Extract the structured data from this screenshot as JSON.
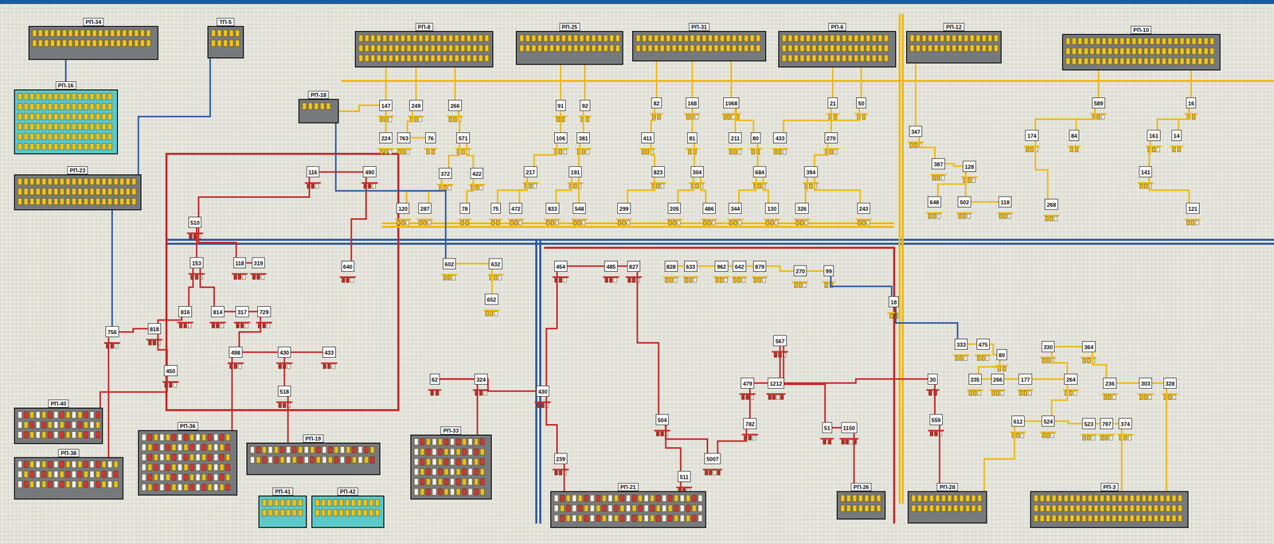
{
  "diagram": {
    "nodes": [
      {
        "text": [
          "РП-34"
        ]
      },
      {
        "text": [
          "ТП-5"
        ]
      },
      {
        "text": [
          "РП-16"
        ]
      },
      {
        "text": [
          "РП-23"
        ]
      },
      {
        "text": [
          "РП-8"
        ]
      },
      {
        "text": [
          "РП-25"
        ]
      },
      {
        "text": [
          "РП-31"
        ]
      },
      {
        "text": [
          "РП-6"
        ]
      },
      {
        "text": [
          "РП-12"
        ]
      },
      {
        "text": [
          "РП-10"
        ]
      },
      {
        "text": [
          "РП-18"
        ]
      },
      {
        "text": [
          "РП-40"
        ]
      },
      {
        "text": [
          "РП-38"
        ]
      },
      {
        "text": [
          "РП-36"
        ]
      },
      {
        "text": [
          "РП-19"
        ]
      },
      {
        "text": [
          "РП-33"
        ]
      },
      {
        "text": [
          "РП-41"
        ]
      },
      {
        "text": [
          "РП-42"
        ]
      },
      {
        "text": [
          "РП-21"
        ]
      },
      {
        "text": [
          "РП-26"
        ]
      },
      {
        "text": [
          "РП-28"
        ]
      },
      {
        "text": [
          "РП-3"
        ]
      },
      {
        "text": [
          "147"
        ]
      },
      {
        "text": [
          "249"
        ]
      },
      {
        "text": [
          "266"
        ]
      },
      {
        "text": [
          "91"
        ]
      },
      {
        "text": [
          "92"
        ]
      },
      {
        "text": [
          "82"
        ]
      },
      {
        "text": [
          "168"
        ]
      },
      {
        "text": [
          "1068"
        ]
      },
      {
        "text": [
          "21"
        ]
      },
      {
        "text": [
          "50"
        ]
      },
      {
        "text": [
          "224"
        ]
      },
      {
        "text": [
          "763"
        ]
      },
      {
        "text": [
          "76"
        ]
      },
      {
        "text": [
          "571"
        ]
      },
      {
        "text": [
          "106"
        ]
      },
      {
        "text": [
          "381"
        ]
      },
      {
        "text": [
          "411"
        ]
      },
      {
        "text": [
          "81"
        ]
      },
      {
        "text": [
          "211"
        ]
      },
      {
        "text": [
          "80"
        ]
      },
      {
        "text": [
          "433"
        ]
      },
      {
        "text": [
          "270"
        ]
      },
      {
        "text": [
          "372"
        ]
      },
      {
        "text": [
          "422"
        ]
      },
      {
        "text": [
          "217"
        ]
      },
      {
        "text": [
          "191"
        ]
      },
      {
        "text": [
          "823"
        ]
      },
      {
        "text": [
          "304"
        ]
      },
      {
        "text": [
          "684"
        ]
      },
      {
        "text": [
          "394"
        ]
      },
      {
        "text": [
          "120"
        ]
      },
      {
        "text": [
          "287"
        ]
      },
      {
        "text": [
          "78"
        ]
      },
      {
        "text": [
          "75"
        ]
      },
      {
        "text": [
          "472"
        ]
      },
      {
        "text": [
          "833"
        ]
      },
      {
        "text": [
          "548"
        ]
      },
      {
        "text": [
          "299"
        ]
      },
      {
        "text": [
          "205"
        ]
      },
      {
        "text": [
          "486"
        ]
      },
      {
        "text": [
          "344"
        ]
      },
      {
        "text": [
          "130"
        ]
      },
      {
        "text": [
          "326"
        ]
      },
      {
        "text": [
          "243"
        ]
      },
      {
        "text": [
          "347"
        ]
      },
      {
        "text": [
          "387"
        ]
      },
      {
        "text": [
          "128"
        ]
      },
      {
        "text": [
          "648"
        ]
      },
      {
        "text": [
          "502"
        ]
      },
      {
        "text": [
          "118"
        ]
      },
      {
        "text": [
          "174"
        ]
      },
      {
        "text": [
          "84"
        ]
      },
      {
        "text": [
          "161"
        ]
      },
      {
        "text": [
          "14"
        ]
      },
      {
        "text": [
          "589"
        ]
      },
      {
        "text": [
          "16"
        ]
      },
      {
        "text": [
          "268"
        ]
      },
      {
        "text": [
          "121"
        ]
      },
      {
        "text": [
          "141"
        ]
      },
      {
        "text": [
          "510"
        ]
      },
      {
        "text": [
          "153"
        ]
      },
      {
        "text": [
          "118"
        ]
      },
      {
        "text": [
          "319"
        ]
      },
      {
        "text": [
          "640"
        ]
      },
      {
        "text": [
          "816"
        ]
      },
      {
        "text": [
          "814"
        ]
      },
      {
        "text": [
          "317"
        ]
      },
      {
        "text": [
          "729"
        ]
      },
      {
        "text": [
          "116"
        ]
      },
      {
        "text": [
          "490"
        ]
      },
      {
        "text": [
          "450"
        ]
      },
      {
        "text": [
          "756"
        ]
      },
      {
        "text": [
          "818"
        ]
      },
      {
        "text": [
          "498"
        ]
      },
      {
        "text": [
          "430"
        ]
      },
      {
        "text": [
          "433"
        ]
      },
      {
        "text": [
          "518"
        ]
      },
      {
        "text": [
          "454"
        ]
      },
      {
        "text": [
          "485"
        ]
      },
      {
        "text": [
          "827"
        ]
      },
      {
        "text": [
          "430"
        ]
      },
      {
        "text": [
          "504"
        ]
      },
      {
        "text": [
          "782"
        ]
      },
      {
        "text": [
          "479"
        ]
      },
      {
        "text": [
          "1212"
        ]
      },
      {
        "text": [
          "567"
        ]
      },
      {
        "text": [
          "51"
        ]
      },
      {
        "text": [
          "1150"
        ]
      },
      {
        "text": [
          "30"
        ]
      },
      {
        "text": [
          "559"
        ]
      },
      {
        "text": [
          "62"
        ]
      },
      {
        "text": [
          "324"
        ]
      },
      {
        "text": [
          "239"
        ]
      },
      {
        "text": [
          "511"
        ]
      },
      {
        "text": [
          "5007"
        ]
      },
      {
        "text": [
          "828"
        ]
      },
      {
        "text": [
          "633"
        ]
      },
      {
        "text": [
          "962"
        ]
      },
      {
        "text": [
          "642"
        ]
      },
      {
        "text": [
          "879"
        ]
      },
      {
        "text": [
          "270"
        ]
      },
      {
        "text": [
          "99"
        ]
      },
      {
        "text": [
          "602"
        ]
      },
      {
        "text": [
          "632"
        ]
      },
      {
        "text": [
          "652"
        ]
      },
      {
        "text": [
          "333"
        ]
      },
      {
        "text": [
          "475"
        ]
      },
      {
        "text": [
          "330"
        ]
      },
      {
        "text": [
          "364"
        ]
      },
      {
        "text": [
          "335"
        ]
      },
      {
        "text": [
          "266"
        ]
      },
      {
        "text": [
          "177"
        ]
      },
      {
        "text": [
          "264"
        ]
      },
      {
        "text": [
          "236"
        ]
      },
      {
        "text": [
          "303"
        ]
      },
      {
        "text": [
          "328"
        ]
      },
      {
        "text": [
          "374"
        ]
      },
      {
        "text": [
          "523"
        ]
      },
      {
        "text": [
          "524"
        ]
      },
      {
        "text": [
          "612"
        ]
      },
      {
        "text": [
          "797"
        ]
      },
      {
        "text": [
          "80"
        ]
      },
      {
        "text": [
          "18"
        ]
      }
    ],
    "edges": [
      {
        "from": 0,
        "to": 2,
        "arrow": "none"
      },
      {
        "from": 1,
        "to": 3,
        "arrow": "none"
      },
      {
        "from": 4,
        "to": 22,
        "arrow": "none"
      },
      {
        "from": 4,
        "to": 23,
        "arrow": "none"
      },
      {
        "from": 4,
        "to": 24,
        "arrow": "none"
      },
      {
        "from": 5,
        "to": 25,
        "arrow": "none"
      },
      {
        "from": 5,
        "to": 26,
        "arrow": "none"
      },
      {
        "from": 6,
        "to": 27,
        "arrow": "none"
      },
      {
        "from": 6,
        "to": 28,
        "arrow": "none"
      },
      {
        "from": 6,
        "to": 29,
        "arrow": "none"
      },
      {
        "from": 7,
        "to": 30,
        "arrow": "none"
      },
      {
        "from": 7,
        "to": 31,
        "arrow": "none"
      },
      {
        "from": 22,
        "to": 32,
        "arrow": "none"
      },
      {
        "from": 23,
        "to": 33,
        "arrow": "none"
      },
      {
        "from": 24,
        "to": 35,
        "arrow": "none"
      },
      {
        "from": 25,
        "to": 36,
        "arrow": "none"
      },
      {
        "from": 26,
        "to": 37,
        "arrow": "none"
      },
      {
        "from": 27,
        "to": 38,
        "arrow": "none"
      },
      {
        "from": 28,
        "to": 39,
        "arrow": "none"
      },
      {
        "from": 29,
        "to": 40,
        "arrow": "none"
      },
      {
        "from": 29,
        "to": 41,
        "arrow": "none"
      },
      {
        "from": 30,
        "to": 43,
        "arrow": "none"
      },
      {
        "from": 31,
        "to": 42,
        "arrow": "none"
      },
      {
        "from": 33,
        "to": 34,
        "arrow": "none"
      },
      {
        "from": 35,
        "to": 44,
        "arrow": "none"
      },
      {
        "from": 35,
        "to": 45,
        "arrow": "none"
      },
      {
        "from": 36,
        "to": 46,
        "arrow": "none"
      },
      {
        "from": 37,
        "to": 47,
        "arrow": "none"
      },
      {
        "from": 38,
        "to": 48,
        "arrow": "none"
      },
      {
        "from": 39,
        "to": 49,
        "arrow": "none"
      },
      {
        "from": 41,
        "to": 50,
        "arrow": "none"
      },
      {
        "from": 43,
        "to": 51,
        "arrow": "none"
      },
      {
        "from": 44,
        "to": 52,
        "arrow": "none"
      },
      {
        "from": 44,
        "to": 53,
        "arrow": "none"
      },
      {
        "from": 45,
        "to": 54,
        "arrow": "none"
      },
      {
        "from": 46,
        "to": 55,
        "arrow": "none"
      },
      {
        "from": 46,
        "to": 56,
        "arrow": "none"
      },
      {
        "from": 47,
        "to": 57,
        "arrow": "none"
      },
      {
        "from": 47,
        "to": 58,
        "arrow": "none"
      },
      {
        "from": 48,
        "to": 59,
        "arrow": "none"
      },
      {
        "from": 49,
        "to": 60,
        "arrow": "none"
      },
      {
        "from": 49,
        "to": 61,
        "arrow": "none"
      },
      {
        "from": 50,
        "to": 62,
        "arrow": "none"
      },
      {
        "from": 50,
        "to": 63,
        "arrow": "none"
      },
      {
        "from": 51,
        "to": 64,
        "arrow": "none"
      },
      {
        "from": 51,
        "to": 65,
        "arrow": "none"
      },
      {
        "from": 10,
        "to": 22,
        "arrow": "none"
      },
      {
        "from": 8,
        "to": 66,
        "arrow": "none"
      },
      {
        "from": 66,
        "to": 67,
        "arrow": "none"
      },
      {
        "from": 67,
        "to": 68,
        "arrow": "none"
      },
      {
        "from": 68,
        "to": 69,
        "arrow": "none"
      },
      {
        "from": 68,
        "to": 70,
        "arrow": "none"
      },
      {
        "from": 70,
        "to": 71,
        "arrow": "none"
      },
      {
        "from": 9,
        "to": 76,
        "arrow": "none"
      },
      {
        "from": 9,
        "to": 77,
        "arrow": "none"
      },
      {
        "from": 76,
        "to": 73,
        "arrow": "none"
      },
      {
        "from": 76,
        "to": 72,
        "arrow": "none"
      },
      {
        "from": 77,
        "to": 75,
        "arrow": "none"
      },
      {
        "from": 77,
        "to": 74,
        "arrow": "none"
      },
      {
        "from": 74,
        "to": 80,
        "arrow": "none"
      },
      {
        "from": 80,
        "to": 79,
        "arrow": "none"
      },
      {
        "from": 72,
        "to": 78,
        "arrow": "none"
      },
      {
        "from": 90,
        "to": 81,
        "arrow": "none"
      },
      {
        "from": 90,
        "to": 91,
        "arrow": "none"
      },
      {
        "from": 81,
        "to": 82,
        "arrow": "none"
      },
      {
        "from": 81,
        "to": 83,
        "arrow": "none"
      },
      {
        "from": 83,
        "to": 84,
        "arrow": "none"
      },
      {
        "from": 91,
        "to": 85,
        "arrow": "none"
      },
      {
        "from": 82,
        "to": 86,
        "arrow": "none"
      },
      {
        "from": 82,
        "to": 87,
        "arrow": "none"
      },
      {
        "from": 87,
        "to": 88,
        "arrow": "none"
      },
      {
        "from": 88,
        "to": 89,
        "arrow": "none"
      },
      {
        "from": 86,
        "to": 94,
        "arrow": "none"
      },
      {
        "from": 94,
        "to": 93,
        "arrow": "none"
      },
      {
        "from": 94,
        "to": 92,
        "arrow": "none"
      },
      {
        "from": 89,
        "to": 95,
        "arrow": "none"
      },
      {
        "from": 95,
        "to": 96,
        "arrow": "none"
      },
      {
        "from": 96,
        "to": 97,
        "arrow": "none"
      },
      {
        "from": 96,
        "to": 98,
        "arrow": "none"
      },
      {
        "from": 92,
        "to": 11,
        "arrow": "none"
      },
      {
        "from": 93,
        "to": 12,
        "arrow": "none"
      },
      {
        "from": 98,
        "to": 14,
        "arrow": "none"
      },
      {
        "from": 95,
        "to": 13,
        "arrow": "none"
      },
      {
        "from": 3,
        "to": 93,
        "arrow": "none"
      },
      {
        "from": 99,
        "to": 100,
        "arrow": "none"
      },
      {
        "from": 100,
        "to": 101,
        "arrow": "none"
      },
      {
        "from": 99,
        "to": 102,
        "arrow": "none"
      },
      {
        "from": 102,
        "to": 112,
        "arrow": "none"
      },
      {
        "from": 112,
        "to": 113,
        "arrow": "none"
      },
      {
        "from": 113,
        "to": 15,
        "arrow": "none"
      },
      {
        "from": 102,
        "to": 114,
        "arrow": "none"
      },
      {
        "from": 114,
        "to": 18,
        "arrow": "none"
      },
      {
        "from": 101,
        "to": 103,
        "arrow": "none"
      },
      {
        "from": 103,
        "to": 115,
        "arrow": "none"
      },
      {
        "from": 115,
        "to": 18,
        "arrow": "none"
      },
      {
        "from": 103,
        "to": 116,
        "arrow": "none"
      },
      {
        "from": 105,
        "to": 106,
        "arrow": "none"
      },
      {
        "from": 105,
        "to": 104,
        "arrow": "none"
      },
      {
        "from": 104,
        "to": 116,
        "arrow": "none"
      },
      {
        "from": 106,
        "to": 107,
        "arrow": "none"
      },
      {
        "from": 107,
        "to": 108,
        "arrow": "none"
      },
      {
        "from": 108,
        "to": 109,
        "arrow": "none"
      },
      {
        "from": 109,
        "to": 19,
        "arrow": "none"
      },
      {
        "from": 106,
        "to": 110,
        "arrow": "none"
      },
      {
        "from": 110,
        "to": 111,
        "arrow": "none"
      },
      {
        "from": 111,
        "to": 20,
        "arrow": "none"
      },
      {
        "from": 117,
        "to": 118,
        "arrow": "none"
      },
      {
        "from": 118,
        "to": 119,
        "arrow": "none"
      },
      {
        "from": 119,
        "to": 120,
        "arrow": "none"
      },
      {
        "from": 120,
        "to": 121,
        "arrow": "none"
      },
      {
        "from": 121,
        "to": 122,
        "arrow": "none"
      },
      {
        "from": 122,
        "to": 123,
        "arrow": "none"
      },
      {
        "from": 124,
        "to": 125,
        "arrow": "none"
      },
      {
        "from": 125,
        "to": 126,
        "arrow": "none"
      },
      {
        "from": 10,
        "to": 124,
        "arrow": "none"
      },
      {
        "from": 123,
        "to": 144,
        "arrow": "none"
      },
      {
        "from": 144,
        "to": 127,
        "arrow": "none"
      },
      {
        "from": 127,
        "to": 128,
        "arrow": "none"
      },
      {
        "from": 128,
        "to": 143,
        "arrow": "none"
      },
      {
        "from": 143,
        "to": 131,
        "arrow": "none"
      },
      {
        "from": 131,
        "to": 132,
        "arrow": "none"
      },
      {
        "from": 132,
        "to": 133,
        "arrow": "none"
      },
      {
        "from": 133,
        "to": 134,
        "arrow": "none"
      },
      {
        "from": 134,
        "to": 129,
        "arrow": "none"
      },
      {
        "from": 129,
        "to": 130,
        "arrow": "none"
      },
      {
        "from": 130,
        "to": 135,
        "arrow": "none"
      },
      {
        "from": 135,
        "to": 136,
        "arrow": "none"
      },
      {
        "from": 136,
        "to": 137,
        "arrow": "none"
      },
      {
        "from": 134,
        "to": 140,
        "arrow": "none"
      },
      {
        "from": 140,
        "to": 141,
        "arrow": "none"
      },
      {
        "from": 140,
        "to": 139,
        "arrow": "none"
      },
      {
        "from": 139,
        "to": 142,
        "arrow": "none"
      },
      {
        "from": 142,
        "to": 138,
        "arrow": "none"
      },
      {
        "from": 138,
        "to": 21,
        "arrow": "none"
      },
      {
        "from": 141,
        "to": 20,
        "arrow": "none"
      },
      {
        "from": 137,
        "to": 21,
        "arrow": "none"
      }
    ]
  }
}
